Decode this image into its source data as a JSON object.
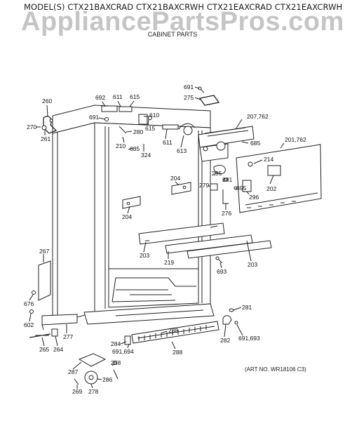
{
  "header": {
    "models": "MODEL(S) CTX21BAXCRAD  CTX21BAXCRWH  CTX21EAXCRAD  CTX21EAXCRWH",
    "watermark": "AppliancePartsPros.com",
    "subtitle": "CABINET PARTS"
  },
  "art_number": "(ART NO. WR18106 C3)",
  "callouts": {
    "c260": "260",
    "c270": "270",
    "c261": "261",
    "c692": "692",
    "c611a": "611",
    "c615a": "615",
    "c691a": "691",
    "c610": "610",
    "c615b": "615",
    "c280": "280",
    "c210": "210",
    "c685a": "685",
    "c324": "324",
    "c611b": "611",
    "c613": "613",
    "c691b": "691",
    "c275": "275",
    "c207": "207,762",
    "c685b": "685",
    "c201": "201,762",
    "c214": "214",
    "c295": "295",
    "c279": "279",
    "c281a": "281",
    "c695": "695",
    "c296": "296",
    "c202": "202",
    "c276": "276",
    "c204a": "204",
    "c204b": "204",
    "c203a": "203",
    "c219": "219",
    "c203b": "203",
    "c693": "693",
    "c267": "267",
    "c676": "676",
    "c602": "602",
    "c277": "277",
    "c265": "265",
    "c264": "264",
    "c284": "284",
    "c288a": "288",
    "c691c": "691,694",
    "c288b": "288",
    "c281b": "281",
    "c282": "282",
    "c691d": "691,693",
    "c287": "287",
    "c268": "268",
    "c286": "286",
    "c269": "269",
    "c278": "278"
  }
}
